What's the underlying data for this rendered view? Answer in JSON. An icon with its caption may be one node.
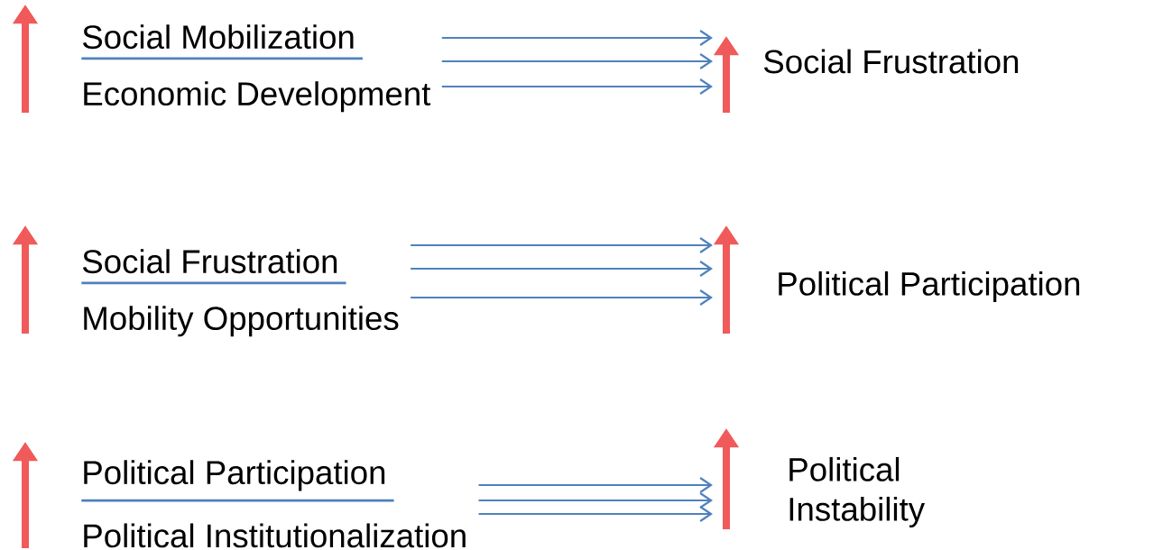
{
  "diagram": {
    "nodes": [
      {
        "text": [
          "Social Mobilization",
          "Economic Development"
        ]
      },
      {
        "text": [
          "Social Frustration"
        ]
      },
      {
        "text": [
          "Social Frustration",
          "Mobility Opportunities"
        ]
      },
      {
        "text": [
          "Political Participation"
        ]
      },
      {
        "text": [
          "Political Participation",
          "Political Institutionalization"
        ]
      },
      {
        "text": [
          "Political Instability"
        ]
      }
    ],
    "edges": [
      {
        "from": 0,
        "to": 1,
        "arrow": "to"
      },
      {
        "from": 2,
        "to": 3,
        "arrow": "to"
      },
      {
        "from": 4,
        "to": 5,
        "arrow": "to"
      }
    ]
  }
}
